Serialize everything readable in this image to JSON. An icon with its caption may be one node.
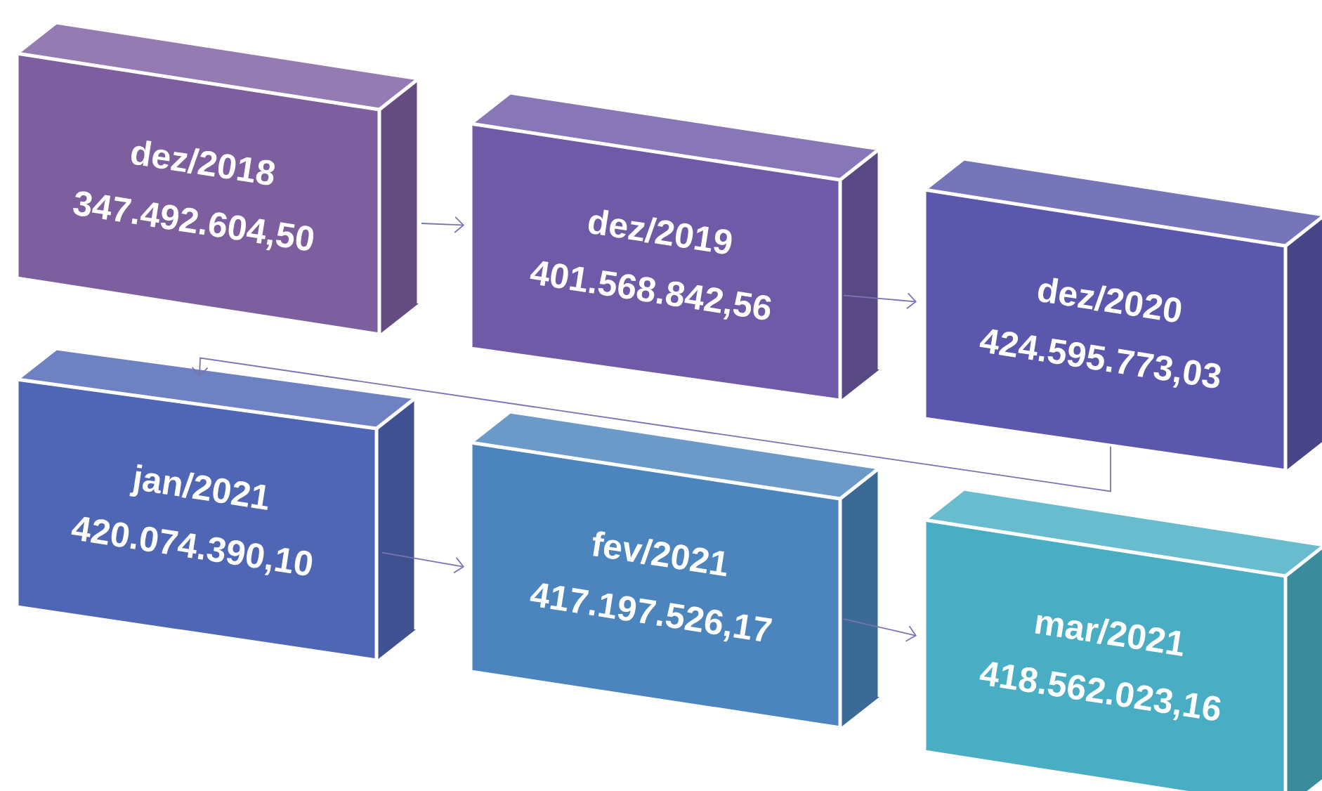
{
  "diagram": {
    "nodes": [
      {
        "text": [
          "dez/2018",
          "347.492.604,50"
        ]
      },
      {
        "text": [
          "dez/2019",
          "401.568.842,56"
        ]
      },
      {
        "text": [
          "dez/2020",
          "424.595.773,03"
        ]
      },
      {
        "text": [
          "jan/2021",
          "420.074.390,10"
        ]
      },
      {
        "text": [
          "fev/2021",
          "417.197.526,17"
        ]
      },
      {
        "text": [
          "mar/2021",
          "418.562.023,16"
        ]
      }
    ],
    "edges": [
      {
        "from": 0,
        "to": 1,
        "arrow": "to"
      },
      {
        "from": 1,
        "to": 2,
        "arrow": "to"
      },
      {
        "from": 2,
        "to": 3,
        "arrow": "to"
      },
      {
        "from": 3,
        "to": 4,
        "arrow": "to"
      },
      {
        "from": 4,
        "to": 5,
        "arrow": "to"
      }
    ]
  }
}
